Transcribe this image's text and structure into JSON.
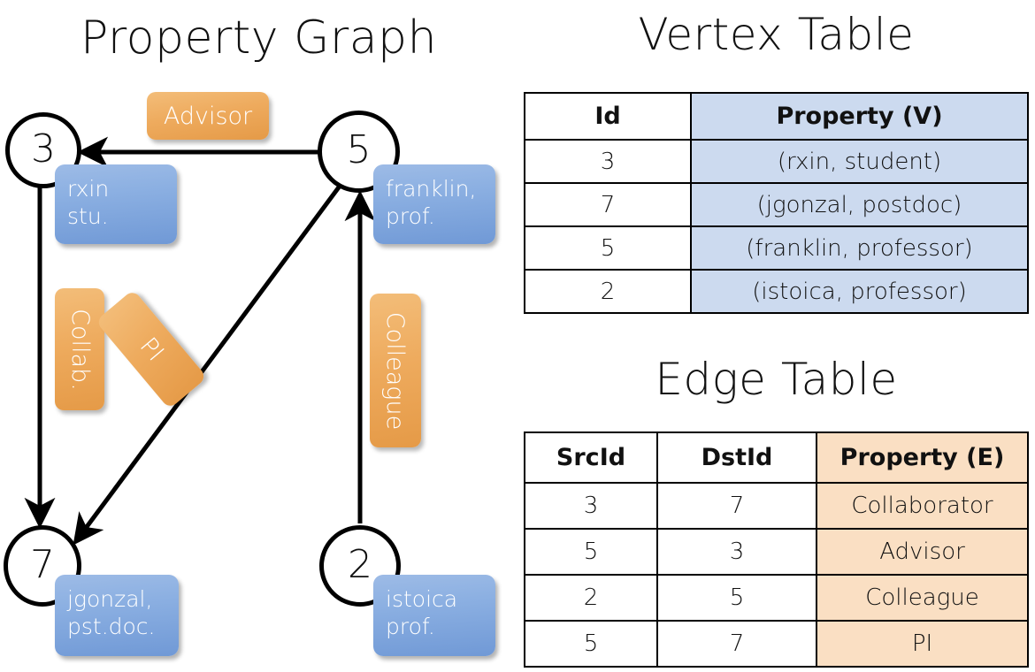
{
  "graph_panel": {
    "title": "Property Graph",
    "nodes": [
      {
        "id": "3",
        "property_label": "rxin\nstu."
      },
      {
        "id": "5",
        "property_label": "franklin,\nprof."
      },
      {
        "id": "7",
        "property_label": "jgonzal,\npst.doc."
      },
      {
        "id": "2",
        "property_label": "istoica\nprof."
      }
    ],
    "node_labels": {
      "n3": "3",
      "n5": "5",
      "n7": "7",
      "n2": "2"
    },
    "property_boxes": {
      "rxin_line1": "rxin",
      "rxin_line2": "stu.",
      "franklin_line1": "franklin,",
      "franklin_line2": "prof.",
      "jgonzal_line1": "jgonzal,",
      "jgonzal_line2": "pst.doc.",
      "istoica_line1": "istoica",
      "istoica_line2": "prof."
    },
    "edge_labels": {
      "advisor": "Advisor",
      "collab": "Collab.",
      "pi": "PI",
      "colleague": "Colleague"
    },
    "edges": [
      {
        "src": "5",
        "dst": "3",
        "label": "Advisor"
      },
      {
        "src": "3",
        "dst": "7",
        "label": "Collab."
      },
      {
        "src": "5",
        "dst": "7",
        "label": "PI"
      },
      {
        "src": "2",
        "dst": "5",
        "label": "Colleague"
      }
    ]
  },
  "vertex_table": {
    "title": "Vertex Table",
    "columns": [
      "Id",
      "Property (V)"
    ],
    "rows": [
      {
        "id": "3",
        "property": "(rxin, student)"
      },
      {
        "id": "7",
        "property": "(jgonzal, postdoc)"
      },
      {
        "id": "5",
        "property": "(franklin, professor)"
      },
      {
        "id": "2",
        "property": "(istoica, professor)"
      }
    ]
  },
  "edge_table": {
    "title": "Edge Table",
    "columns": [
      "SrcId",
      "DstId",
      "Property (E)"
    ],
    "rows": [
      {
        "src": "3",
        "dst": "7",
        "property": "Collaborator"
      },
      {
        "src": "5",
        "dst": "3",
        "property": "Advisor"
      },
      {
        "src": "2",
        "dst": "5",
        "property": "Colleague"
      },
      {
        "src": "5",
        "dst": "7",
        "property": "PI"
      }
    ]
  },
  "colors": {
    "vertex_property_fill": "#ccdaef",
    "edge_property_fill": "#fadfc3",
    "node_box_blue": "#7da7dd",
    "edge_label_orange": "#eeab5e",
    "stroke": "#000000",
    "background": "#ffffff"
  }
}
